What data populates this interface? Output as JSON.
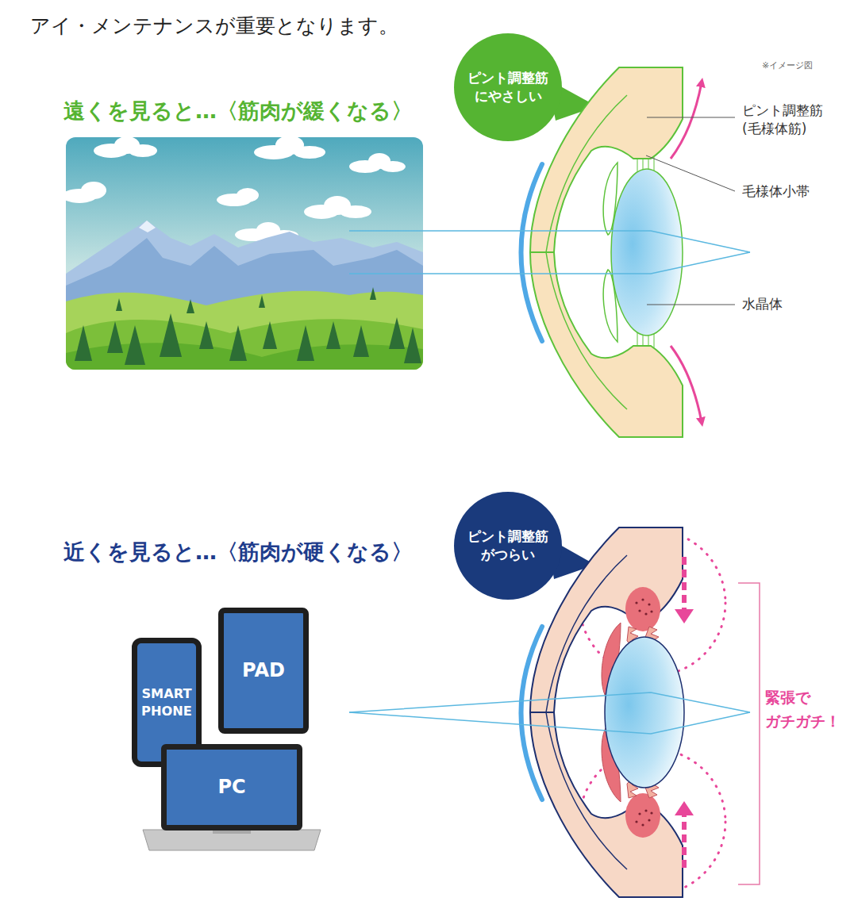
{
  "diagram": {
    "title": "アイ・メンテナンスが重要となります。",
    "nodes": [
      {
        "text": [
          "ピント調整筋 にやさしい"
        ]
      },
      {
        "text": [
          "ピント調整筋 がつらい"
        ]
      },
      {
        "text": [
          "SMART PHONE"
        ]
      },
      {
        "text": [
          "PAD"
        ]
      },
      {
        "text": [
          "PC"
        ]
      }
    ],
    "labels": [
      "遠くを見ると…〈筋肉が緩くなる〉",
      "※イメージ図",
      "ピント調整筋 (毛様体筋)",
      "毛様体小帯",
      "水晶体",
      "近くを見ると…〈筋肉が硬くなる〉",
      "緊張で ガチガチ！"
    ]
  }
}
